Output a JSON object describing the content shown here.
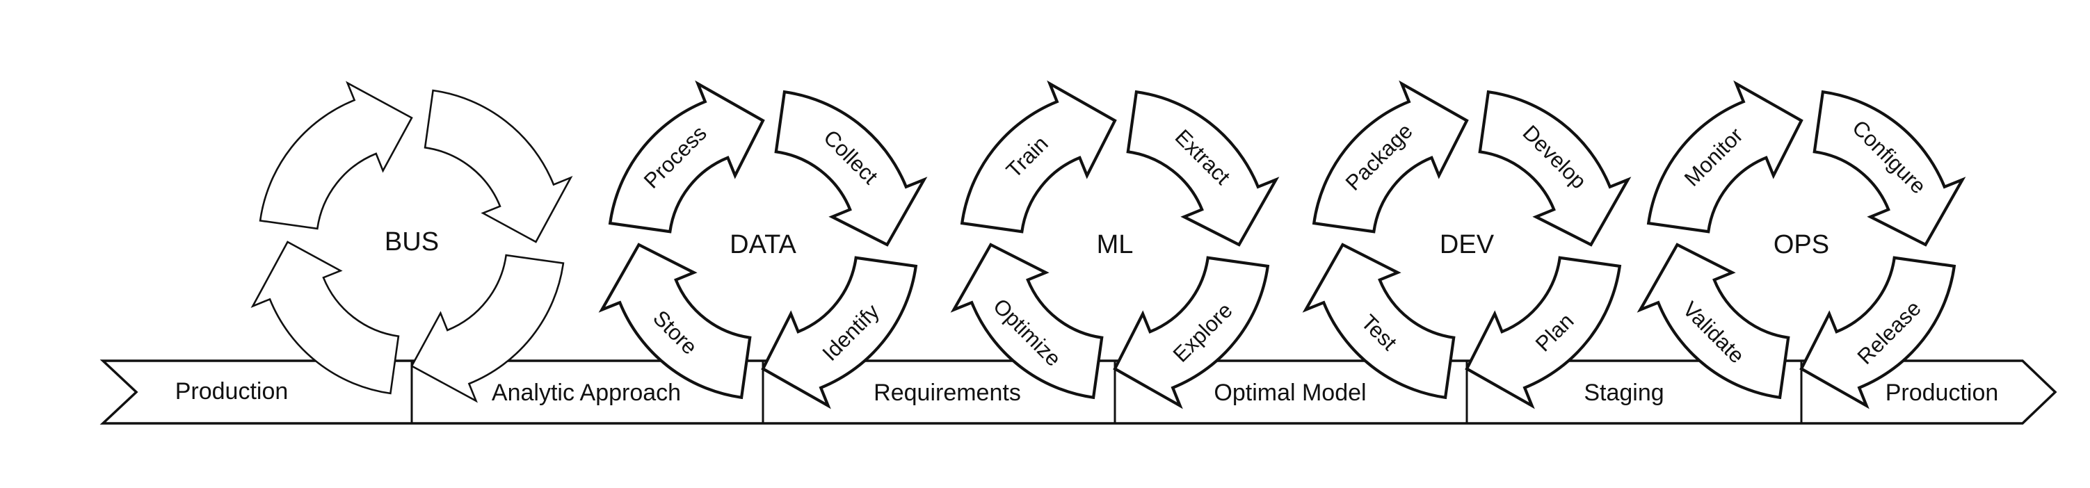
{
  "band": {
    "labels": [
      "Production",
      "Analytic Approach",
      "Requirements",
      "Optimal Model",
      "Staging",
      "Production"
    ]
  },
  "cycles": [
    {
      "title": "BUS",
      "steps": []
    },
    {
      "title": "DATA",
      "steps": [
        "Collect",
        "Identify",
        "Store",
        "Process"
      ]
    },
    {
      "title": "ML",
      "steps": [
        "Extract",
        "Explore",
        "Optimize",
        "Train"
      ]
    },
    {
      "title": "DEV",
      "steps": [
        "Develop",
        "Plan",
        "Test",
        "Package"
      ]
    },
    {
      "title": "OPS",
      "steps": [
        "Configure",
        "Release",
        "Validate",
        "Monitor"
      ]
    }
  ],
  "colors": {
    "stroke": "#111111",
    "fill": "#ffffff",
    "background": "#ffffff"
  }
}
